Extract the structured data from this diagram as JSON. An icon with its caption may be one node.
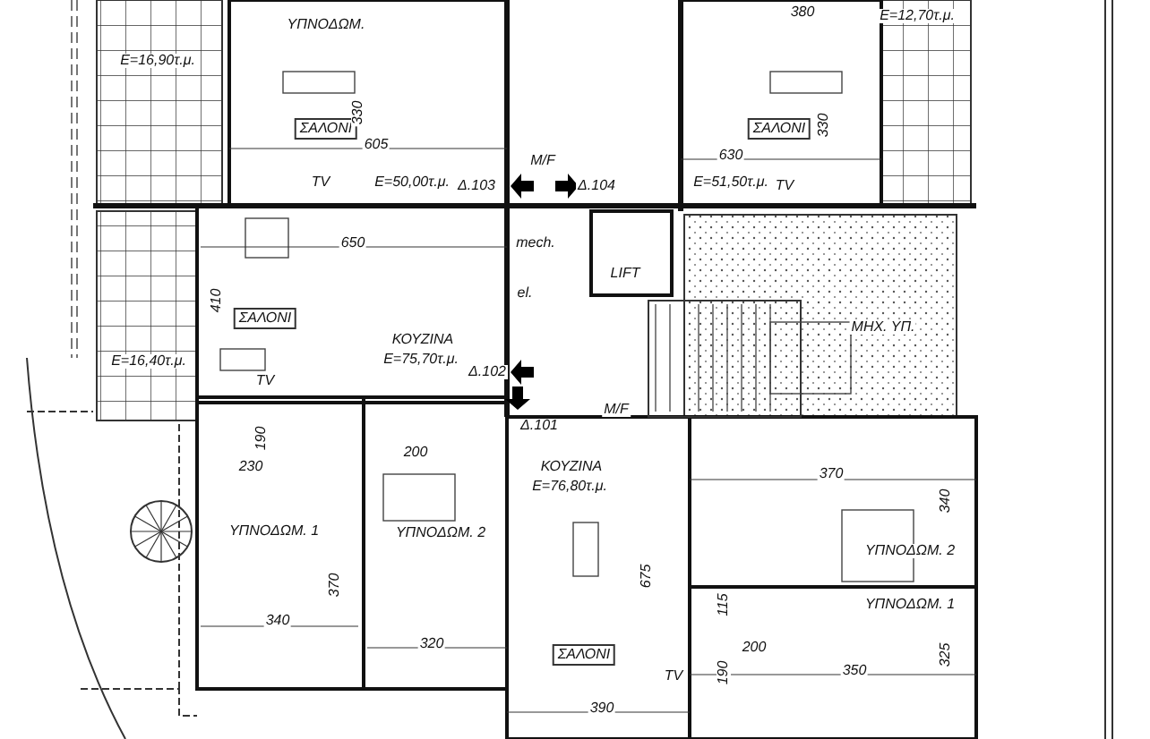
{
  "diagram": {
    "labels": [
      "ΥΠΝΟΔΩΜ.",
      "380",
      "Ε=12,70τ.μ.",
      "Ε=16,90τ.μ.",
      "ΣΑΛΟΝΙ",
      "330",
      "605",
      "ΣΑΛΟΝΙ",
      "330",
      "630",
      "TV",
      "Ε=50,00τ.μ.",
      "Δ.103",
      "Μ/F",
      "Δ.104",
      "Ε=51,50τ.μ.",
      "TV",
      "650",
      "mech.",
      "LIFT",
      "el.",
      "410",
      "ΣΑΛΟΝΙ",
      "ΜΗΧ. ΥΠ.",
      "ΚΟΥΖΙΝΑ",
      "Ε=16,40τ.μ.",
      "Ε=75,70τ.μ.",
      "Δ.102",
      "TV",
      "Μ/F",
      "Δ.101",
      "190",
      "230",
      "200",
      "ΚΟΥΖΙΝΑ",
      "Ε=76,80τ.μ.",
      "370",
      "340",
      "ΥΠΝΟΔΩΜ. 1",
      "ΥΠΝΟΔΩΜ. 2",
      "ΥΠΝΟΔΩΜ. 2",
      "370",
      "675",
      "115",
      "ΥΠΝΟΔΩΜ. 1",
      "340",
      "320",
      "ΣΑΛΟΝΙ",
      "200",
      "TV",
      "190",
      "350",
      "325",
      "390"
    ]
  }
}
